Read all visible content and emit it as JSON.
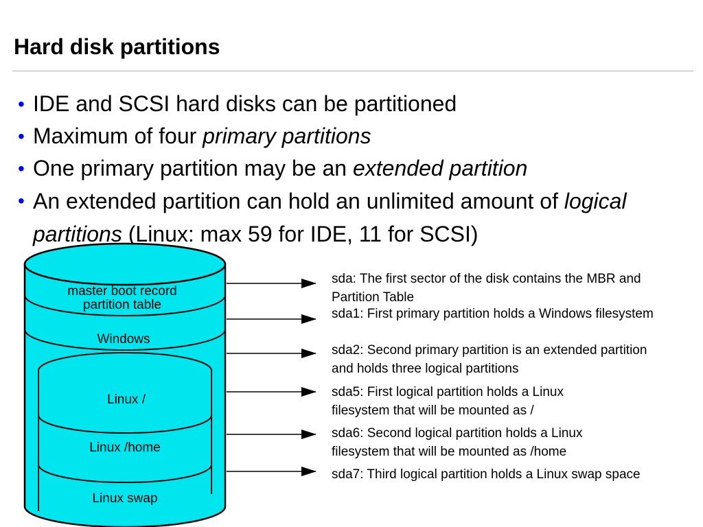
{
  "title": "Hard disk partitions",
  "bullets": {
    "b0": "IDE and SCSI hard disks can be partitioned",
    "b1": {
      "text": "Maximum of four ",
      "em": "primary partitions"
    },
    "b2": {
      "text": "One primary partition may be an ",
      "em": "extended partition"
    },
    "b3": {
      "text": "An extended partition can hold an unlimited amount of ",
      "em": "logical partitions",
      "tail": " (Linux: max 59 for IDE, 11 for SCSI)"
    }
  },
  "disk": {
    "segments": {
      "mbr": {
        "line1": "master boot record",
        "line2": "partition table"
      },
      "windows": "Windows",
      "linux_root": "Linux /",
      "linux_home": "Linux /home",
      "linux_swap": "Linux swap"
    },
    "fill_color": "#00e5ee"
  },
  "descriptions": {
    "sda": "sda: The first sector of the disk contains the MBR and Partition Table",
    "sda1": "sda1: First primary partition holds a Windows filesystem",
    "sda2": "sda2: Second primary partition is an extended partition and holds three logical partitions",
    "sda5": "sda5: First logical partition holds a Linux filesystem that will be mounted as /",
    "sda6": "sda6: Second logical partition holds a Linux filesystem that will be mounted as /home",
    "sda7": "sda7: Third logical partition holds a Linux swap space"
  }
}
